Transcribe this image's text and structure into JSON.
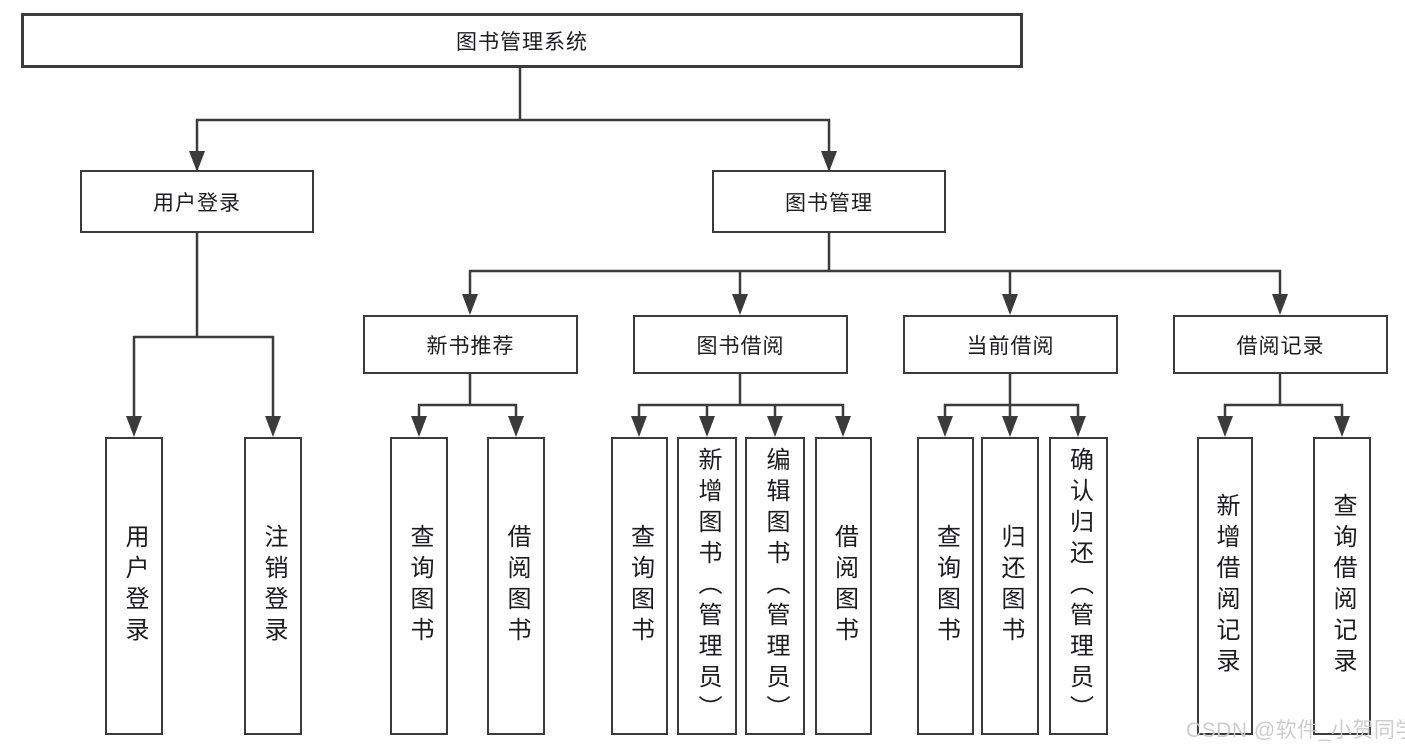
{
  "diagram": {
    "type": "hierarchy-tree",
    "root": {
      "label": "图书管理系统",
      "children": [
        {
          "label": "用户登录",
          "children": [
            {
              "label": "用户登录"
            },
            {
              "label": "注销登录"
            }
          ]
        },
        {
          "label": "图书管理",
          "children": [
            {
              "label": "新书推荐",
              "children": [
                {
                  "label": "查询图书"
                },
                {
                  "label": "借阅图书"
                }
              ]
            },
            {
              "label": "图书借阅",
              "children": [
                {
                  "label": "查询图书"
                },
                {
                  "label": "新增图书（管理员）"
                },
                {
                  "label": "编辑图书（管理员）"
                },
                {
                  "label": "借阅图书"
                }
              ]
            },
            {
              "label": "当前借阅",
              "children": [
                {
                  "label": "查询图书"
                },
                {
                  "label": "归还图书"
                },
                {
                  "label": "确认归还（管理员）"
                }
              ]
            },
            {
              "label": "借阅记录",
              "children": [
                {
                  "label": "新增借阅记录"
                },
                {
                  "label": "查询借阅记录"
                }
              ]
            }
          ]
        }
      ]
    },
    "watermark": "CSDN @软件_小贺同学",
    "colors": {
      "line": "#3b3b3b",
      "text": "#1c1c1e",
      "background": "#ffffff",
      "watermark": "#c9c9c9"
    }
  }
}
